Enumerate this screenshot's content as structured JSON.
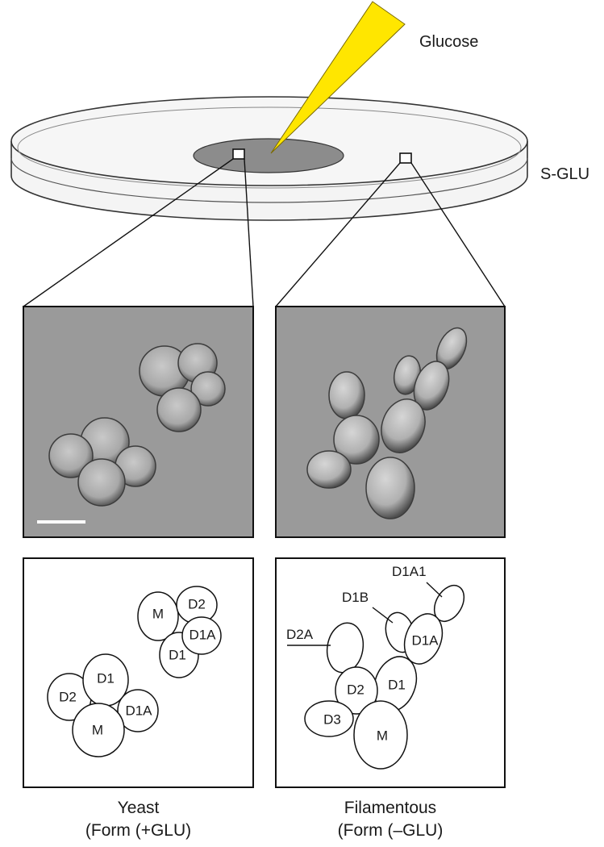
{
  "labels": {
    "pipette": "Glucose",
    "plate": "S-GLU"
  },
  "yeast_panel": {
    "cells": [
      "M",
      "D2",
      "D1A",
      "D1",
      "D1",
      "D2",
      "D1A",
      "M"
    ]
  },
  "filamentous_panel": {
    "cells": [
      "D1A",
      "D1",
      "D2",
      "D3",
      "M"
    ],
    "callouts": [
      "D1A1",
      "D1B",
      "D2A"
    ]
  },
  "captions": {
    "left_line1": "Yeast",
    "left_line2": "(Form (+GLU)",
    "right_line1": "Filamentous",
    "right_line2": "(Form (–GLU)"
  },
  "colors": {
    "pipette": "#ffe600",
    "micrograph_bg": "#9a9a9a",
    "glucose_spot": "#8c8c8c"
  }
}
